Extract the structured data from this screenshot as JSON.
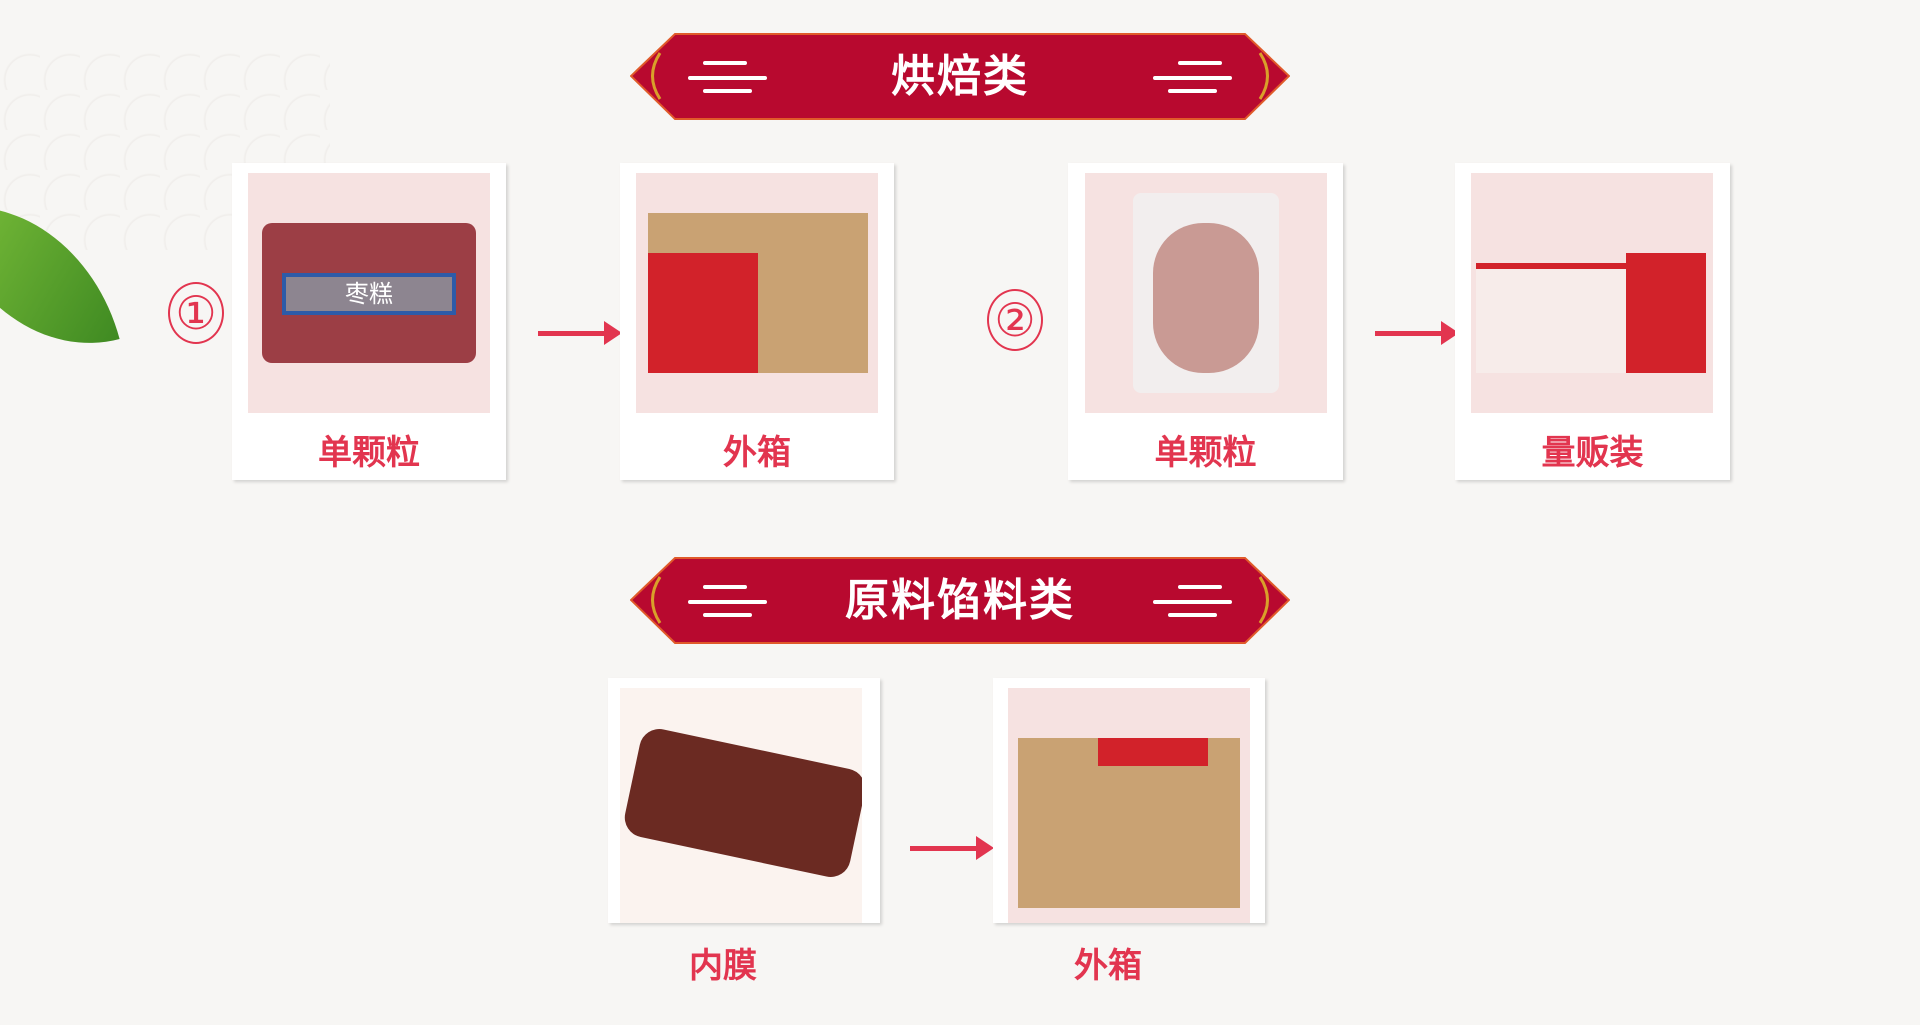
{
  "sections": [
    {
      "title": "烘焙类"
    },
    {
      "title": "原料馅料类"
    }
  ],
  "steps": {
    "one": "①",
    "two": "②"
  },
  "cards": [
    {
      "label": "单颗粒",
      "product_text": "枣糕"
    },
    {
      "label": "外箱"
    },
    {
      "label": "单颗粒"
    },
    {
      "label": "量贩装"
    },
    {
      "label": "内膜"
    },
    {
      "label": "外箱"
    }
  ],
  "colors": {
    "accent": "#e2354f",
    "banner": "#b8092f",
    "gold": "#d9a02a"
  }
}
